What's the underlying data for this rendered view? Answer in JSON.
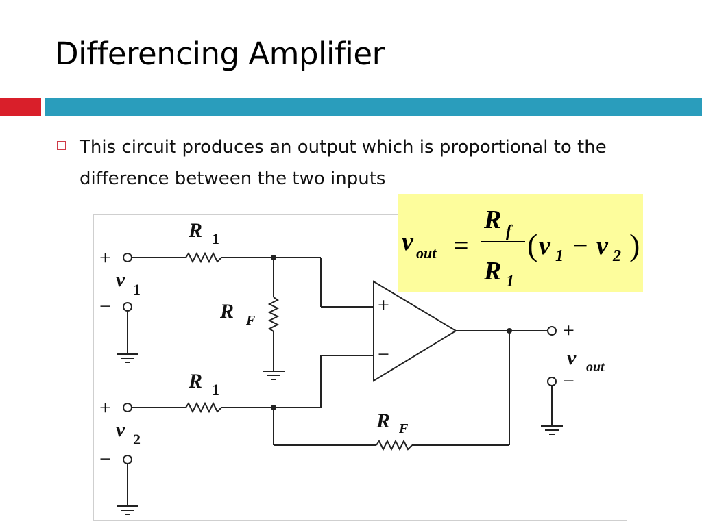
{
  "slide": {
    "title": "Differencing Amplifier",
    "accent_colors": {
      "red": "#d91f2a",
      "blue": "#2a9dbc",
      "formula_bg": "#fdfd9c"
    },
    "bullets": [
      {
        "icon": "hollow-square-bullet",
        "text": "This circuit produces an output which is proportional to the difference between the two inputs"
      }
    ]
  },
  "circuit": {
    "labels": {
      "r1_top": "R",
      "r1_top_sub": "1",
      "r1_bottom": "R",
      "r1_bottom_sub": "1",
      "rf_shunt": "R",
      "rf_shunt_sub": "F",
      "rf_feedback": "R",
      "rf_feedback_sub": "F",
      "v1": "v",
      "v1_sub": "1",
      "v2": "v",
      "v2_sub": "2",
      "vout": "v",
      "vout_sub": "out",
      "plus": "+",
      "minus": "−"
    }
  },
  "formula": {
    "lhs": "v",
    "lhs_sub": "out",
    "equals": "=",
    "numerator": "R",
    "numerator_sub": "f",
    "denominator": "R",
    "denominator_sub": "1",
    "open_paren": "(",
    "close_paren": ")",
    "term1": "v",
    "term1_sub": "1",
    "operator": "−",
    "term2": "v",
    "term2_sub": "2"
  }
}
